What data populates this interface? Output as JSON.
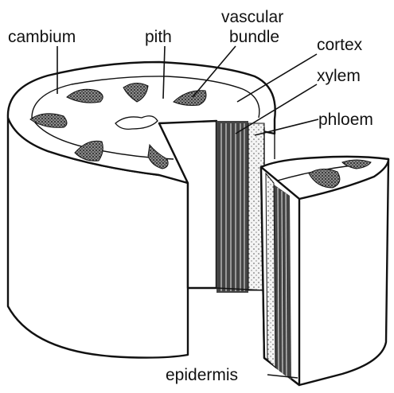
{
  "labels": {
    "cambium": "cambium",
    "pith": "pith",
    "vascular_line1": "vascular",
    "vascular_line2": "bundle",
    "cortex": "cortex",
    "xylem": "xylem",
    "phloem": "phloem",
    "epidermis": "epidermis"
  },
  "colors": {
    "ink": "#111111",
    "paper": "#ffffff",
    "bundle_fill": "#6e6e6e"
  }
}
